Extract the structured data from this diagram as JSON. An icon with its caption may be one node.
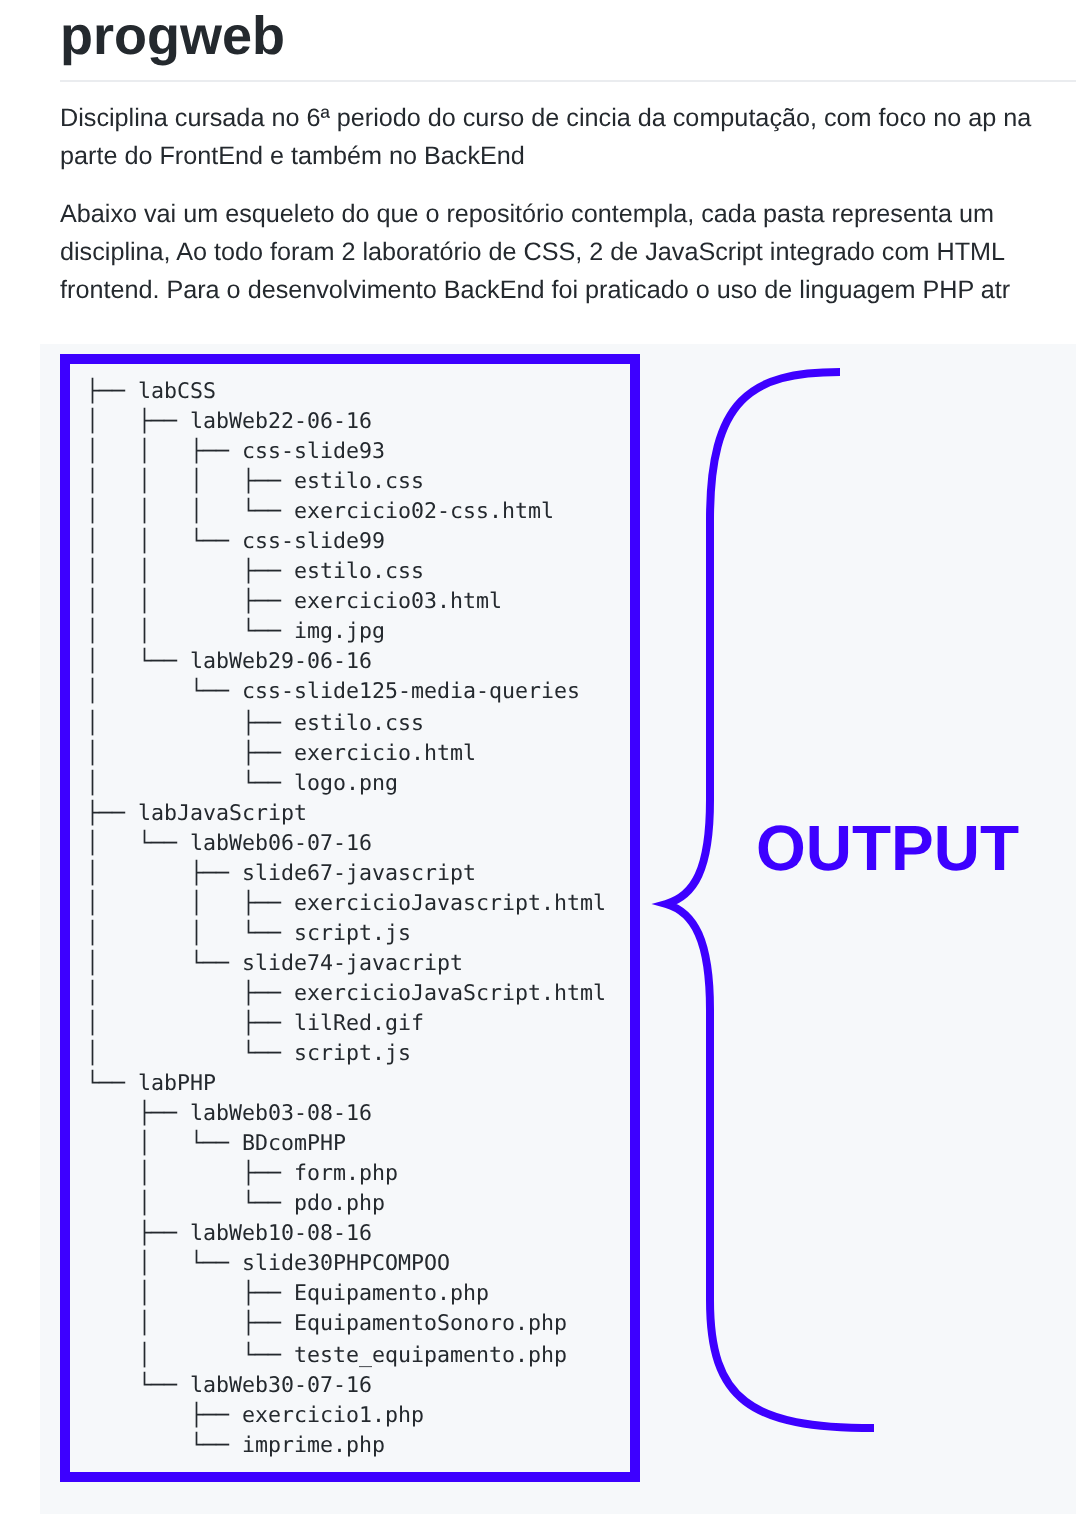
{
  "diagram": {
    "title": "progweb",
    "nodes": [
      {
        "text": [
          "├── labCSS",
          "│   ├── labWeb22-06-16",
          "│   │   ├── css-slide93",
          "│   │   │   ├── estilo.css",
          "│   │   │   └── exercicio02-css.html",
          "│   │   └── css-slide99",
          "│   │       ├── estilo.css",
          "│   │       ├── exercicio03.html",
          "│   │       └── img.jpg",
          "│   └── labWeb29-06-16",
          "│       └── css-slide125-media-queries",
          "│           ├── estilo.css",
          "│           ├── exercicio.html",
          "│           └── logo.png",
          "├── labJavaScript",
          "│   └── labWeb06-07-16",
          "│       ├── slide67-javascript",
          "│       │   ├── exercicioJavascript.html",
          "│       │   └── script.js",
          "│       └── slide74-javacript",
          "│           ├── exercicioJavaScript.html",
          "│           ├── lilRed.gif",
          "│           └── script.js",
          "└── labPHP",
          "    ├── labWeb03-08-16",
          "    │   └── BDcomPHP",
          "    │       ├── form.php",
          "    │       └── pdo.php",
          "    ├── labWeb10-08-16",
          "    │   └── slide30PHPCOMPOO",
          "    │       ├── Equipamento.php",
          "    │       ├── EquipamentoSonoro.php",
          "    │       └── teste_equipamento.php",
          "    └── labWeb30-07-16",
          "        ├── exercicio1.php",
          "        └── imprime.php"
        ]
      }
    ],
    "edges": [],
    "labels": [
      "Disciplina cursada no 6ª periodo do curso de cincia da computação, com foco no ap na parte do FrontEnd e também no BackEnd",
      "Abaixo vai um esqueleto do que o repositório contempla, cada pasta representa um disciplina, Ao todo foram 2 laboratório de CSS, 2 de JavaScript integrado com HTML frontend. Para o desenvolvimento BackEnd foi praticado o uso de linguagem PHP atr",
      "OUTPUT"
    ]
  }
}
